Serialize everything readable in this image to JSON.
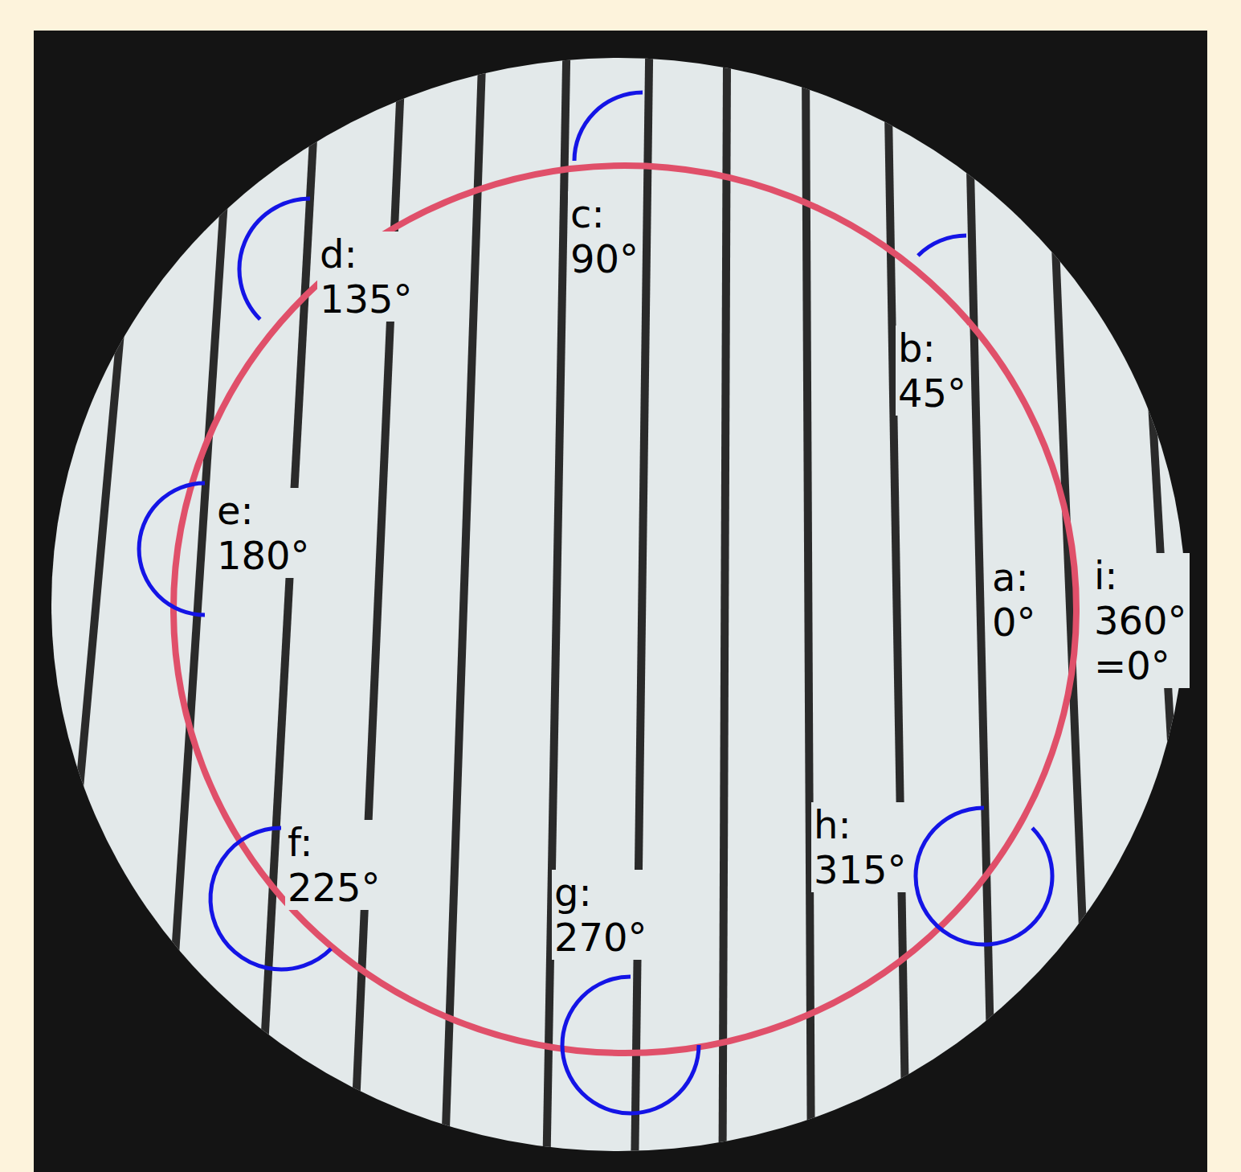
{
  "diagram": {
    "labels": [
      "a: 0°",
      "b: 45°",
      "c: 90°",
      "d: 135°",
      "e: 180°",
      "f: 225°",
      "g: 270°",
      "h: 315°",
      "i: 360° =0°"
    ]
  }
}
